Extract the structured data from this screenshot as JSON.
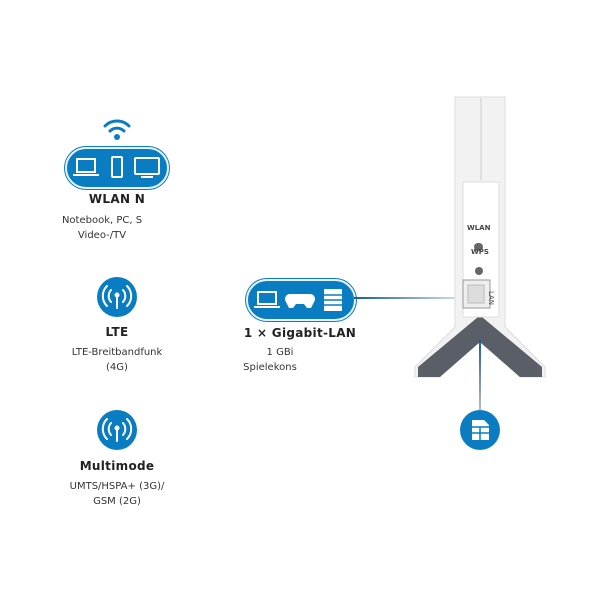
{
  "features": [
    {
      "title": "WLAN N",
      "lines": [
        "Notebook, PC, S",
        "Video-/TV"
      ],
      "icon": "wifi-devices-icon"
    },
    {
      "title": "LTE",
      "lines": [
        "LTE-Breitbandfunk",
        "(4G)"
      ],
      "icon": "antenna-icon"
    },
    {
      "title": "Multimode",
      "lines": [
        "UMTS/HSPA+ (3G)/",
        "GSM (2G)"
      ],
      "icon": "antenna-icon"
    },
    {
      "title": "1 × Gigabit-LAN",
      "lines": [
        "1 GBi",
        "Spielekons"
      ],
      "icon": "lan-devices-icon"
    }
  ],
  "device": {
    "buttons": [
      "WLAN",
      "WPS"
    ],
    "port_label": "LAN"
  },
  "colors": {
    "accent": "#0a7cc2",
    "device_body": "#f2f2f2",
    "device_base": "#5a5e66"
  }
}
